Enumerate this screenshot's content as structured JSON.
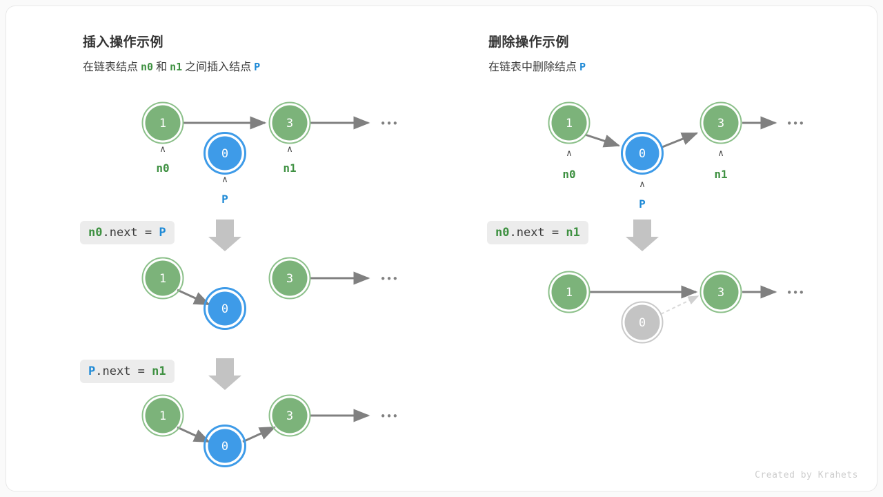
{
  "card": {
    "background": "#ffffff",
    "border_color": "#e8e8e8"
  },
  "colors": {
    "node_green_fill": "#7cb37a",
    "node_green_ring": "#8cc08a",
    "node_blue_fill": "#3e9be8",
    "node_blue_ring": "#3e9be8",
    "node_gray_fill": "#c4c4c4",
    "node_gray_ring": "#c9c9c9",
    "arrow_gray": "#808080",
    "arrow_dashed": "#d8d8d8",
    "chip_background": "#ececec",
    "green_text": "#3f9142",
    "blue_text": "#1f8ad6",
    "big_arrow": "#c0c0c0"
  },
  "panels": [
    {
      "id": "insert",
      "title": "插入操作示例",
      "subtitle_parts": [
        {
          "text": "在链表结点",
          "style": "plain"
        },
        {
          "text": "n0",
          "style": "green"
        },
        {
          "text": "和",
          "style": "plain"
        },
        {
          "text": "n1",
          "style": "green"
        },
        {
          "text": "之间插入结点",
          "style": "plain"
        },
        {
          "text": "P",
          "style": "blue"
        }
      ],
      "steps": [
        {
          "code_parts": [
            {
              "text": "n0",
              "style": "green"
            },
            {
              "text": ".next = ",
              "style": "plain"
            },
            {
              "text": "P",
              "style": "blue"
            }
          ]
        },
        {
          "code_parts": [
            {
              "text": "P",
              "style": "blue"
            },
            {
              "text": ".next = ",
              "style": "plain"
            },
            {
              "text": "n1",
              "style": "green"
            }
          ]
        }
      ],
      "rows": [
        {
          "nodes": [
            {
              "value": "1",
              "color": "green",
              "label": "n0",
              "label_color": "green"
            },
            {
              "value": "0",
              "color": "blue",
              "label": "P",
              "label_color": "blue"
            },
            {
              "value": "3",
              "color": "green",
              "label": "n1",
              "label_color": "green"
            }
          ],
          "ellipsis": "•••"
        },
        {
          "nodes": [
            {
              "value": "1",
              "color": "green"
            },
            {
              "value": "0",
              "color": "blue"
            },
            {
              "value": "3",
              "color": "green"
            }
          ],
          "ellipsis": "•••"
        },
        {
          "nodes": [
            {
              "value": "1",
              "color": "green"
            },
            {
              "value": "0",
              "color": "blue"
            },
            {
              "value": "3",
              "color": "green"
            }
          ],
          "ellipsis": "•••"
        }
      ]
    },
    {
      "id": "remove",
      "title": "删除操作示例",
      "subtitle_parts": [
        {
          "text": "在链表中删除结点",
          "style": "plain"
        },
        {
          "text": "P",
          "style": "blue"
        }
      ],
      "steps": [
        {
          "code_parts": [
            {
              "text": "n0",
              "style": "green"
            },
            {
              "text": ".next = ",
              "style": "plain"
            },
            {
              "text": "n1",
              "style": "green"
            }
          ]
        }
      ],
      "rows": [
        {
          "nodes": [
            {
              "value": "1",
              "color": "green",
              "label": "n0",
              "label_color": "green"
            },
            {
              "value": "0",
              "color": "blue",
              "label": "P",
              "label_color": "blue"
            },
            {
              "value": "3",
              "color": "green",
              "label": "n1",
              "label_color": "green"
            }
          ],
          "ellipsis": "•••"
        },
        {
          "nodes": [
            {
              "value": "1",
              "color": "green"
            },
            {
              "value": "0",
              "color": "gray"
            },
            {
              "value": "3",
              "color": "green"
            }
          ],
          "ellipsis": "•••"
        }
      ]
    }
  ],
  "text": {
    "insert_title": "插入操作示例",
    "remove_title": "删除操作示例",
    "insert_sub_1": "在链表结点",
    "insert_sub_n0": "n0",
    "insert_sub_2": "和",
    "insert_sub_n1": "n1",
    "insert_sub_3": "之间插入结点",
    "insert_sub_p": "P",
    "remove_sub_1": "在链表中删除结点",
    "remove_sub_p": "P",
    "chip_l1_a": "n0",
    "chip_l1_b": ".next = ",
    "chip_l1_c": "P",
    "chip_l2_a": "P",
    "chip_l2_b": ".next = ",
    "chip_l2_c": "n1",
    "chip_r1_a": "n0",
    "chip_r1_b": ".next = ",
    "chip_r1_c": "n1",
    "caret": "∧",
    "ellipsis": "•••",
    "label_n0": "n0",
    "label_n1": "n1",
    "label_p": "P",
    "node_1": "1",
    "node_0": "0",
    "node_3": "3"
  },
  "credit": "Created by Krahets"
}
